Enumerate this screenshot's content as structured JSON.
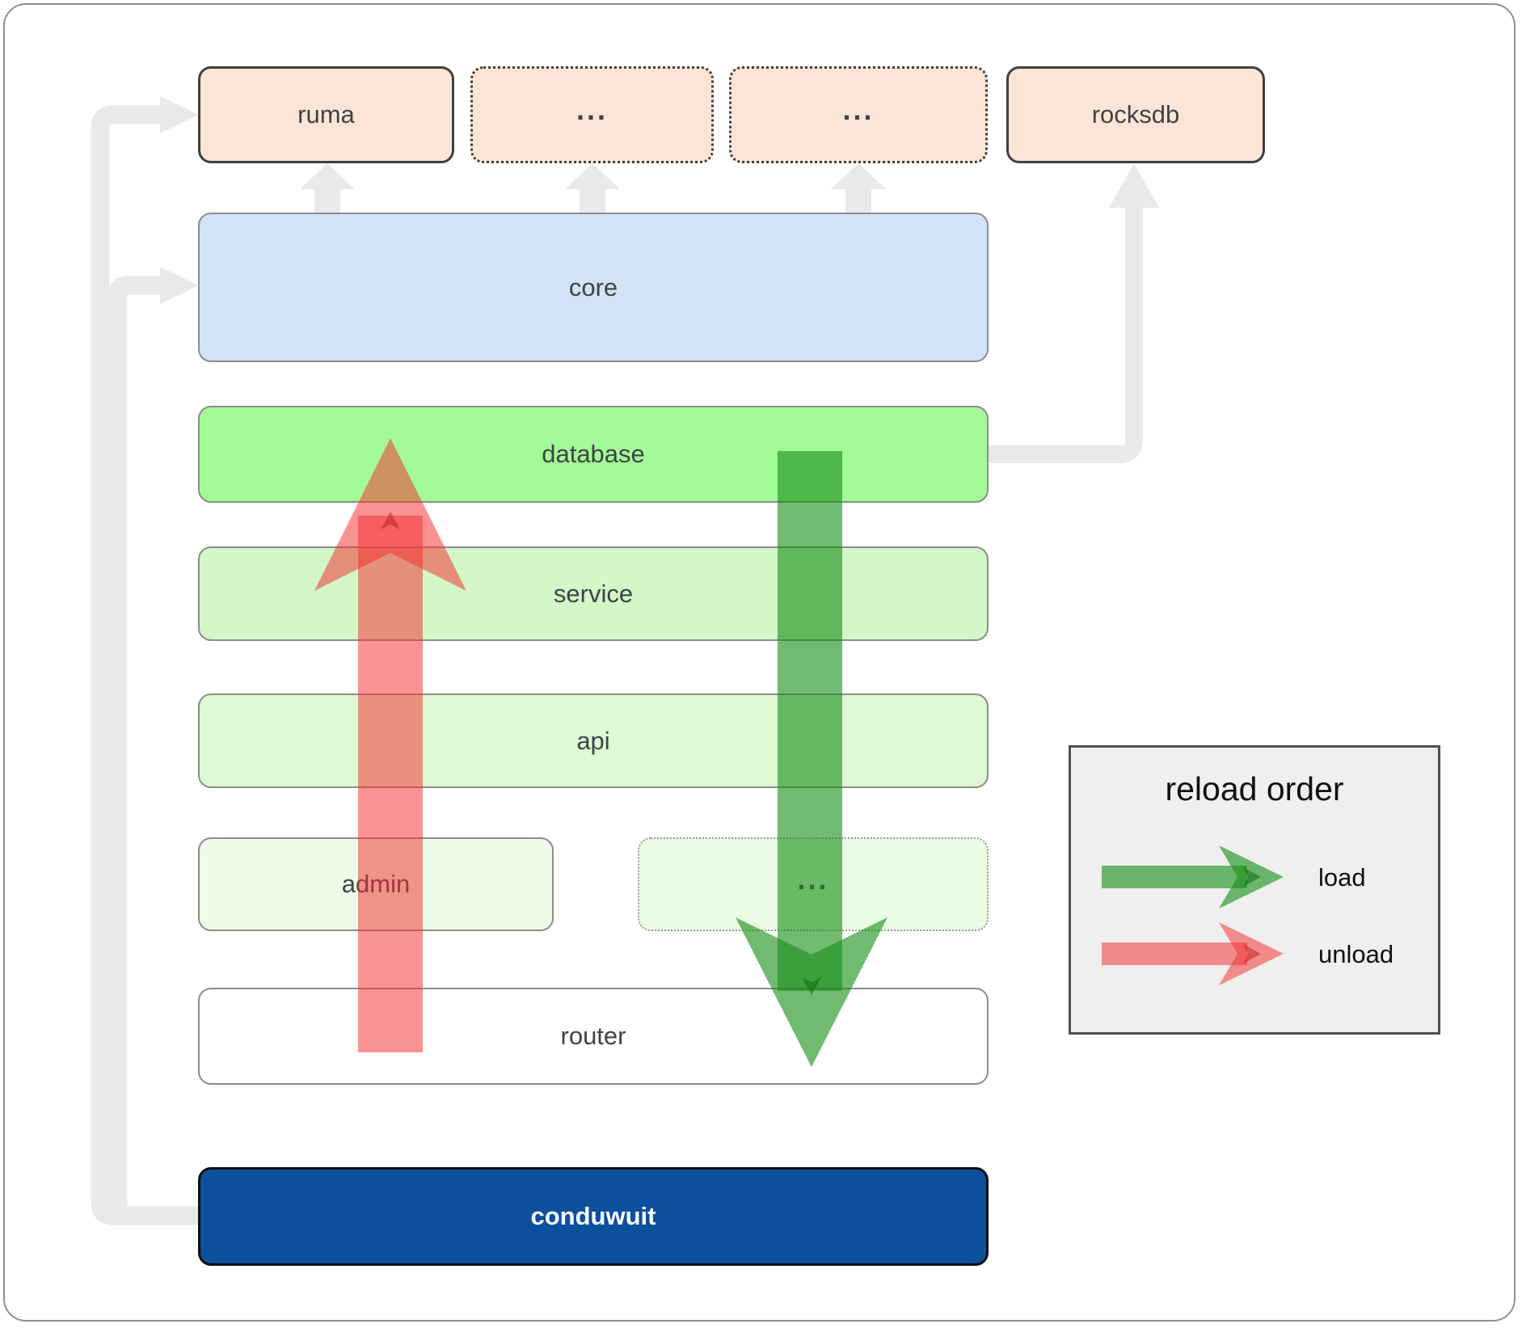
{
  "colors": {
    "peach_fill": "#fce5d6",
    "dark_border": "#3f3f3f",
    "gray_border": "#8c8c8c",
    "blue_fill": "#d2e3f7",
    "green_db": "#a3fa97",
    "green_service": "#d3f7c7",
    "green_api": "#def9d3",
    "green_admin": "#ecfce6",
    "green_dots": "#eafce4",
    "white": "#ffffff",
    "conduwuit_fill": "#0c4f9d",
    "conduwuit_border": "#0d0d0d",
    "label": "#3f4347",
    "conduwuit_label": "#ffffff",
    "gray_line": "#e9e9e9",
    "legend_bg": "#efefef",
    "legend_border": "#4f4f4f",
    "legend_text": "#111111",
    "arrow_load": "rgba(26,143,26,0.62)",
    "arrow_unload": "rgba(244,48,48,0.52)",
    "marker_load": "rgba(17,108,17,0.55)",
    "marker_unload": "rgba(187,28,28,0.5)"
  },
  "nodes": {
    "ruma": "ruma",
    "ellipsis_top_1": "...",
    "ellipsis_top_2": "...",
    "rocksdb": "rocksdb",
    "core": "core",
    "database": "database",
    "service": "service",
    "api": "api",
    "admin": "admin",
    "ellipsis_mid": "...",
    "router": "router",
    "conduwuit": "conduwuit"
  },
  "legend": {
    "title": "reload order",
    "load_label": "load",
    "unload_label": "unload"
  }
}
